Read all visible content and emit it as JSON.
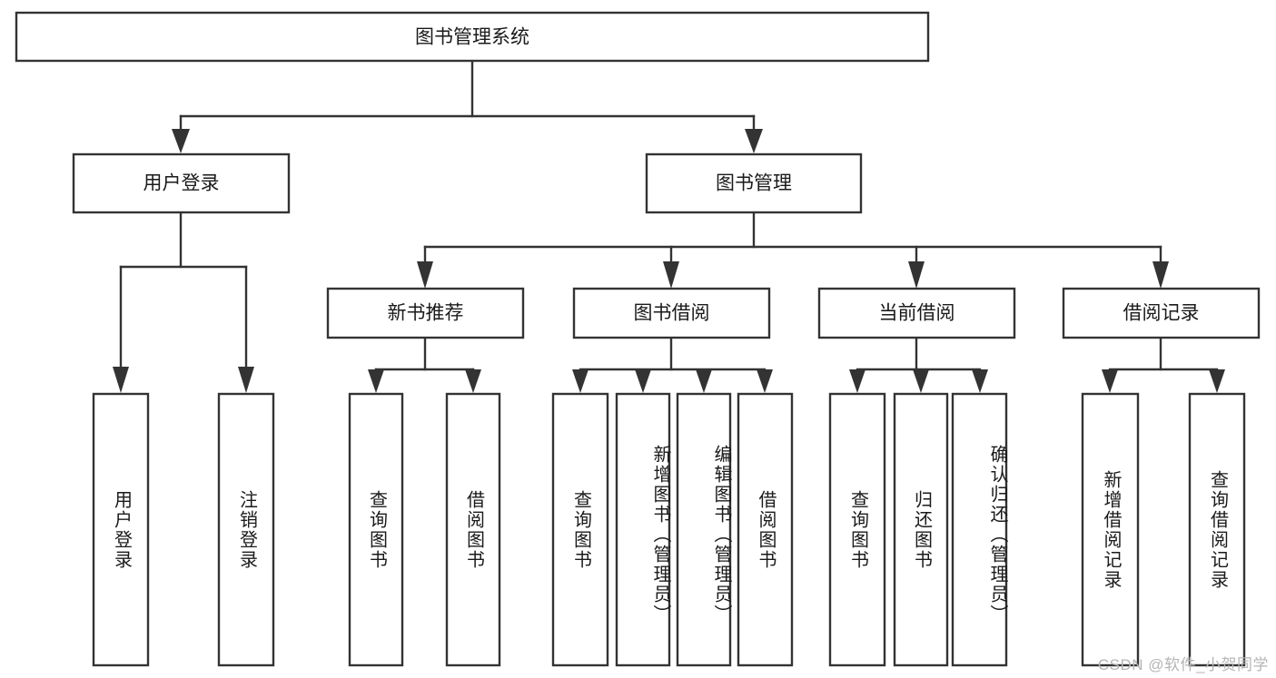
{
  "diagram": {
    "type": "hierarchy-tree",
    "title": "图书管理系统",
    "watermark": "CSDN @软件_小贺同学",
    "colors": {
      "stroke": "#333333",
      "fill": "#ffffff",
      "text": "#1a1a1a",
      "watermark": "#b5b5b5"
    },
    "levels": {
      "root": {
        "label": "图书管理系统"
      },
      "level2": [
        {
          "label": "用户登录"
        },
        {
          "label": "图书管理"
        }
      ],
      "level3": [
        {
          "label": "新书推荐"
        },
        {
          "label": "图书借阅"
        },
        {
          "label": "当前借阅"
        },
        {
          "label": "借阅记录"
        }
      ],
      "leaves": {
        "user_login": [
          {
            "label": "用户登录"
          },
          {
            "label": "注销登录"
          }
        ],
        "new_book_recommend": [
          {
            "label": "查询图书"
          },
          {
            "label": "借阅图书"
          }
        ],
        "book_borrow": [
          {
            "label": "查询图书"
          },
          {
            "label": "新增图书（管理员）"
          },
          {
            "label": "编辑图书（管理员）"
          },
          {
            "label": "借阅图书"
          }
        ],
        "current_borrow": [
          {
            "label": "查询图书"
          },
          {
            "label": "归还图书"
          },
          {
            "label": "确认归还（管理员）"
          }
        ],
        "borrow_record": [
          {
            "label": "新增借阅记录"
          },
          {
            "label": "查询借阅记录"
          }
        ]
      }
    }
  }
}
